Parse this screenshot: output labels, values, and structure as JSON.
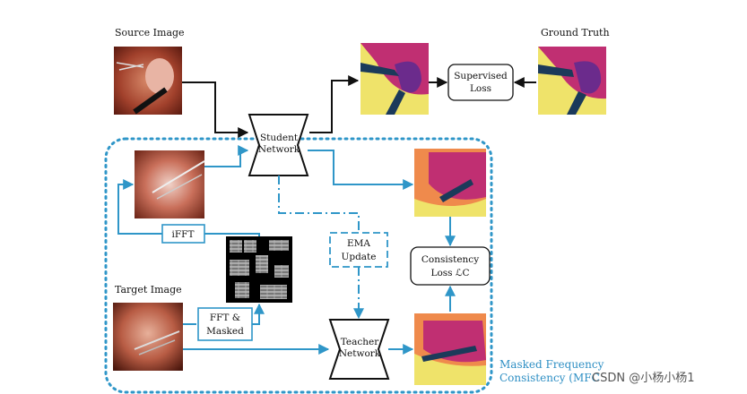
{
  "labels": {
    "source_image": "Source Image",
    "ground_truth": "Ground Truth",
    "target_image": "Target Image"
  },
  "nodes": {
    "student_network": [
      "Student",
      "Network"
    ],
    "teacher_network": [
      "Teacher",
      "Network"
    ],
    "supervised_loss": [
      "Supervised",
      "Loss"
    ],
    "consistency_loss": [
      "Consistency",
      "Loss ℒC"
    ],
    "ema_update": [
      "EMA",
      "Update"
    ],
    "ifft": "iFFT",
    "fft_masked": [
      "FFT &",
      "Masked"
    ]
  },
  "region": {
    "mfc_label": [
      "Masked Frequency",
      "Consistency (MFC"
    ]
  },
  "watermark": "CSDN @小杨小杨1",
  "colors": {
    "flow_blue": "#2f96c8",
    "black": "#111111",
    "seg_yellow": "#efe36a",
    "seg_magenta": "#c02f72",
    "seg_purple": "#6b2b8c",
    "seg_orange": "#ef8a4c",
    "seg_navy": "#1b3a5a"
  }
}
